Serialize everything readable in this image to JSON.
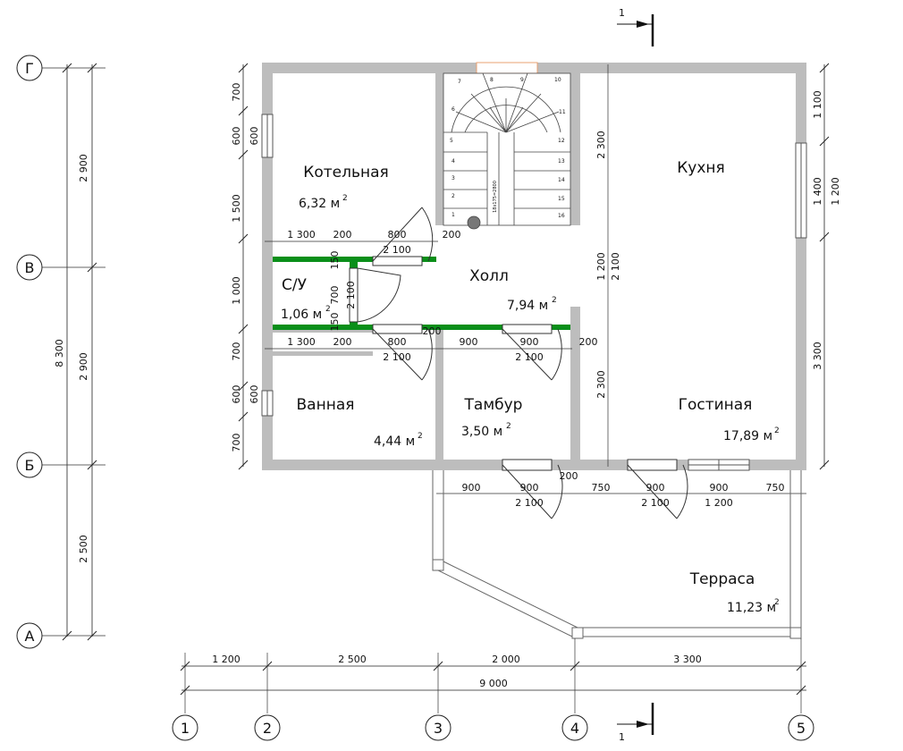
{
  "rooms": [
    {
      "name": "Котельная",
      "area": "6,32 м"
    },
    {
      "name": "С/У",
      "area": "1,06 м"
    },
    {
      "name": "Холл",
      "area": "7,94 м"
    },
    {
      "name": "Ванная",
      "area": "4,44 м"
    },
    {
      "name": "Тамбур",
      "area": "3,50 м"
    },
    {
      "name": "Кухня",
      "area": ""
    },
    {
      "name": "Гостиная",
      "area": "17,89 м"
    },
    {
      "name": "Терраса",
      "area": "11,23 м"
    }
  ],
  "area_superscript": "2",
  "axes_vertical": [
    "Г",
    "В",
    "Б",
    "А"
  ],
  "axes_horizontal": [
    "1",
    "2",
    "3",
    "4",
    "5"
  ],
  "section_mark": "1",
  "stair_label": "18х175=2800",
  "stair_steps": [
    "1",
    "2",
    "3",
    "4",
    "5",
    "6",
    "7",
    "8",
    "9",
    "10",
    "11",
    "12",
    "13",
    "14",
    "15",
    "16"
  ],
  "dims": {
    "d700": "700",
    "d600": "600",
    "d1500": "1 500",
    "d1000": "1 000",
    "d150": "150",
    "d1300": "1 300",
    "d200": "200",
    "d800": "800",
    "d2100": "2 100",
    "d900": "900",
    "d750": "750",
    "d1200": "1 200",
    "d2300": "2 300",
    "d1100": "1 100",
    "d1400": "1 400",
    "d3300": "3 300",
    "d2900": "2 900",
    "d2500": "2 500",
    "d8300": "8 300",
    "d2000": "2 000",
    "d9000": "9 000"
  }
}
